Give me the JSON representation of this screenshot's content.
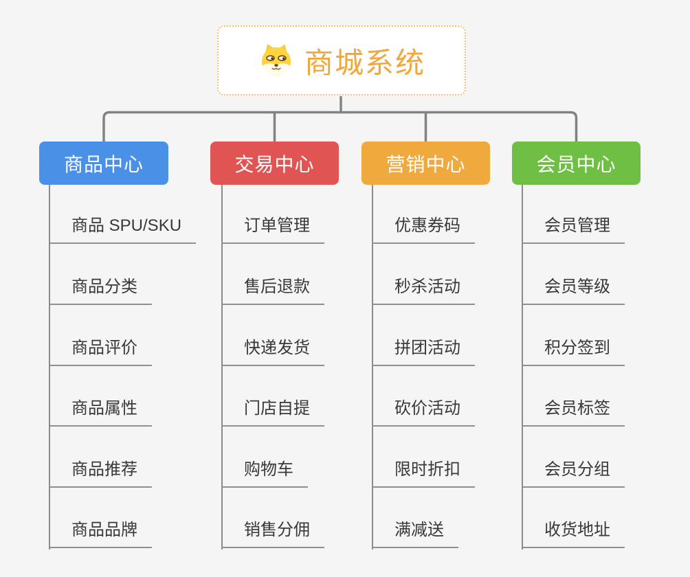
{
  "root": {
    "title": "商城系统",
    "icon": "shiba-dog-face-icon"
  },
  "branches": [
    {
      "label": "商品中心",
      "color": "#4a90e6",
      "items": [
        "商品 SPU/SKU",
        "商品分类",
        "商品评价",
        "商品属性",
        "商品推荐",
        "商品品牌"
      ]
    },
    {
      "label": "交易中心",
      "color": "#e05553",
      "items": [
        "订单管理",
        "售后退款",
        "快递发货",
        "门店自提",
        "购物车",
        "销售分佣"
      ]
    },
    {
      "label": "营销中心",
      "color": "#efa93c",
      "items": [
        "优惠券码",
        "秒杀活动",
        "拼团活动",
        "砍价活动",
        "限时折扣",
        "满减送"
      ]
    },
    {
      "label": "会员中心",
      "color": "#6ebf43",
      "items": [
        "会员管理",
        "会员等级",
        "积分签到",
        "会员标签",
        "会员分组",
        "收货地址"
      ]
    }
  ],
  "colors": {
    "background": "#f5f5f5",
    "root_border": "#f4be70",
    "root_title": "#f0a73c",
    "connector": "#828282",
    "leaf_line": "#8f8f8f",
    "leaf_text": "#383838"
  }
}
